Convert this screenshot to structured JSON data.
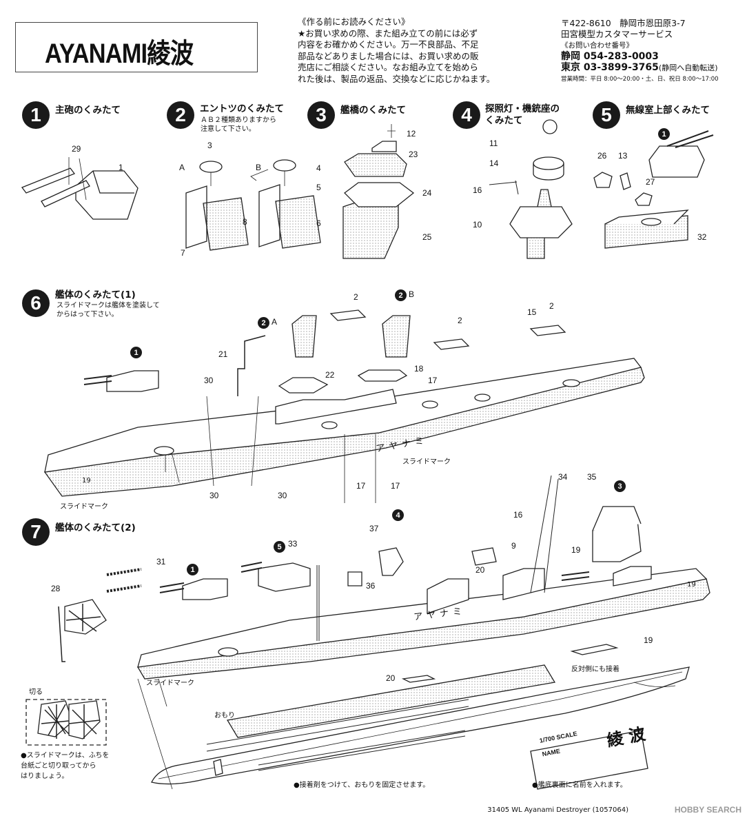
{
  "title": "AYANAMI綾波",
  "notice": "《作る前にお読みください》\n★お買い求めの際、また組み立ての前には必ず\n内容をお確かめください。万一不良部品、不足\n部品などありました場合には、お買い求めの販\n売店にご相談ください。なお組み立てを始めら\nれた後は、製品の返品、交換などに応じかねます。",
  "contact": {
    "address": "〒422-8610　静岡市恩田原3-7",
    "company": "田宮模型カスタマーサービス",
    "inquiry": "《お問い合わせ番号》",
    "shizuoka_label": "静岡",
    "shizuoka": "054-283-0003",
    "tokyo_label": "東京",
    "tokyo": "03-3899-3765",
    "tokyo_note": "(静岡へ自動転送)",
    "hours": "営業時間：平日 8:00～20:00・土、日、祝日 8:00～17:00"
  },
  "steps": [
    {
      "num": "1",
      "title": "主砲のくみたて"
    },
    {
      "num": "2",
      "title": "エントツのくみたて",
      "sub": "ＡＢ２種類ありますから\n注意して下さい。"
    },
    {
      "num": "3",
      "title": "艦橋のくみたて"
    },
    {
      "num": "4",
      "title": "探照灯・機銃座の\nくみたて"
    },
    {
      "num": "5",
      "title": "無線室上部くみたて"
    },
    {
      "num": "6",
      "title": "艦体のくみたて(1)",
      "sub": "スライドマークは艦体を塗装して\nからはって下さい。"
    },
    {
      "num": "7",
      "title": "艦体のくみたて(2)"
    }
  ],
  "labels": {
    "slide_mark": "スライドマーク",
    "ab_a": "A",
    "ab_b": "B",
    "two_a": "A",
    "two_b": "B",
    "both_sides": "反対側にも接着",
    "weight": "おもり",
    "cut": "切る",
    "hull_number": "19",
    "hull_name": "アヤナミ",
    "scale": "1/700 SCALE",
    "name_label": "NAME",
    "name_value": "綾 波"
  },
  "notes": {
    "slide_cut": "●スライドマークは、ふちを\n台紙ごと切り取ってから\nはりましょう。",
    "weight_glue": "●接着剤をつけて、おもりを固定させます。",
    "name_bottom": "●艦底裏面に名前を入れます。"
  },
  "footer": "31405  WL Ayanami Destroyer (1057064)",
  "brand": "HOBBY SEARCH",
  "parts": [
    "29",
    "1",
    "3",
    "4",
    "5",
    "8",
    "6",
    "7",
    "12",
    "23",
    "24",
    "25",
    "11",
    "14",
    "16",
    "10",
    "26",
    "13",
    "27",
    "32",
    "2",
    "15",
    "21",
    "22",
    "18",
    "17",
    "30",
    "35",
    "34",
    "16",
    "9",
    "19",
    "37",
    "33",
    "31",
    "36",
    "20",
    "28",
    "19",
    "20"
  ]
}
